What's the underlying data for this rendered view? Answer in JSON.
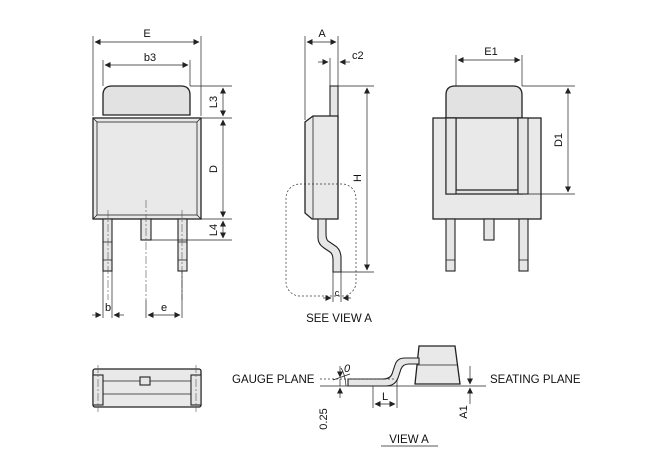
{
  "labels": {
    "E": "E",
    "b3": "b3",
    "L3": "L3",
    "D": "D",
    "L4": "L4",
    "b": "b",
    "e": "e",
    "A": "A",
    "c2": "c2",
    "H": "H",
    "c": "c",
    "E1": "E1",
    "D1": "D1",
    "L": "L",
    "A1": "A1",
    "gauge": "0.25",
    "theta": "0"
  },
  "captions": {
    "see_view": "SEE VIEW A",
    "view": "VIEW A",
    "gauge_plane": "GAUGE PLANE",
    "seating_plane": "SEATING PLANE"
  },
  "colors": {
    "body": "#e9e9e9",
    "outline": "#222222"
  }
}
